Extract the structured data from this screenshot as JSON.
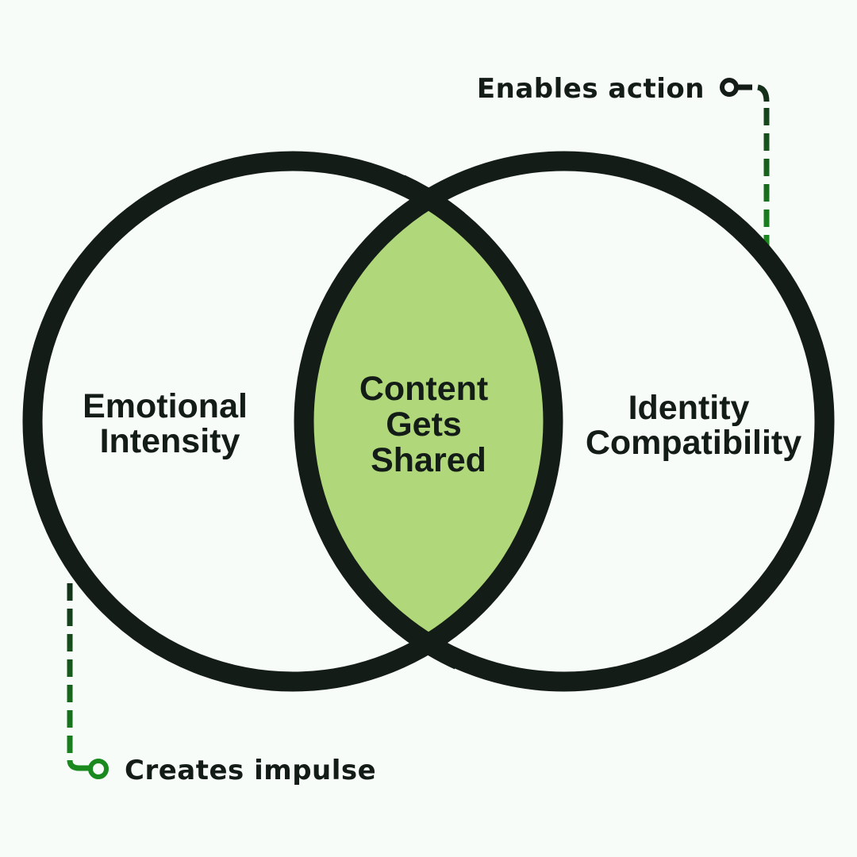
{
  "diagram": {
    "type": "venn",
    "left_circle": {
      "label_lines": [
        "Emotional",
        "Intensity"
      ]
    },
    "right_circle": {
      "label_lines": [
        "Identity",
        "Compatibility"
      ]
    },
    "intersection": {
      "label_lines": [
        "Content",
        "Gets",
        "Shared"
      ]
    },
    "annotations": {
      "top_right": {
        "text": "Enables action",
        "target": "right_circle"
      },
      "bottom_left": {
        "text": "Creates impulse",
        "target": "left_circle"
      }
    }
  },
  "colors": {
    "background": "#f8fcf8",
    "stroke": "#141c17",
    "intersection_fill": "#b0d87a",
    "connector_dark": "#14301a",
    "connector_bright": "#1a8a1e"
  }
}
